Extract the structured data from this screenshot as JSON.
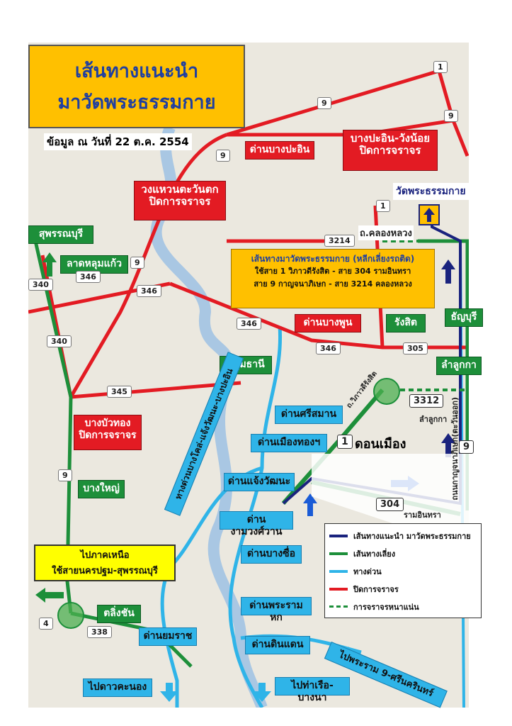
{
  "title": {
    "line1": "เส้นทางแนะนำ",
    "line2": "มาวัดพระธรรมกาย"
  },
  "date_line": "ข้อมูล ณ วันที่ 22 ต.ค. 2554",
  "destination": {
    "label": "วัดพระธรรมกาย",
    "road": "ถ.คลองหลวง"
  },
  "route_box": {
    "title": "เส้นทางมาวัดพระธรรมกาย (หลีกเลี่ยงรถติด)",
    "line1": "ใช้สาย 1 วิภาวดีรังสิต -  สาย 304 รามอินทรา",
    "line2": "สาย 9 กาญจนาภิเษก - สาย 3214 คลองหลวง"
  },
  "north_box": {
    "line1": "ไปภาคเหนือ",
    "line2": "ใช้สายนครปฐม-สุพรรณบุรี"
  },
  "closed_labels": {
    "bangpa_in_wangnoi": [
      "บางปะอิน-วังน้อย",
      "ปิดการจราจร"
    ],
    "western_ring": [
      "วงแหวนตะวันตก",
      "ปิดการจราจร"
    ],
    "bangbuathong": [
      "บางบัวทอง",
      "ปิดการจราจร"
    ],
    "bangpa_in_toll": "ด่านบางปะอิน",
    "bangphun_toll": "ด่านบางพูน"
  },
  "green_labels": {
    "suphanburi": "สุพรรณบุรี",
    "lat_lum_kaeo": "ลาดหลุมแก้ว",
    "pathum_thani": "ปทุมธานี",
    "rangsit": "รังสิต",
    "thanyaburi": "ธัญบุรี",
    "lam_luk_ka": "ลำลูกกา",
    "bang_yai": "บางใหญ่",
    "taling_chan": "ตลิ่งชัน"
  },
  "blue_labels": {
    "si_saman": "ด่านศรีสมาน",
    "mueang_thong": "ด่านเมืองทองฯ",
    "chaeng_watthana": "ด่านแจ้งวัฒนะ",
    "ngam_wong_wan": "ด่านงามวงศ์วาน",
    "bang_sue": "ด่านบางซื่อ",
    "phra_ram_hok": "ด่านพระรามหก",
    "yommarat": "ด่านยมราช",
    "din_daeng": "ด่านดินแดน",
    "dao_khanong": "ไปดาวคะนอง",
    "tha_ruea_bangna": "ไปท่าเรือ-บางนา",
    "phra_ram_9": "ไปพระราม 9-ศรีนครินทร์",
    "expressway_name": "ทางด่วนบางโคล่-แจ้งวัฒนะ-บางปะอิน"
  },
  "place_labels": {
    "don_mueang": "ดอนเมือง",
    "vibhavadi": "ถ.วิภาวดีรังสิต",
    "ram_inthra": "รามอินทรา",
    "lam_luk_ka_road": "ลำลูกกา",
    "kanchanaphisek": "ถนนกาญจนาภิเษก(ตะวันออก)"
  },
  "road_numbers": {
    "r1_top": "1",
    "r9_top": "9",
    "r9_right": "9",
    "r9_a": "9",
    "r9_b": "9",
    "r9_c": "9",
    "r1_mid": "1",
    "r3214": "3214",
    "r340a": "340",
    "r340b": "340",
    "r346a": "346",
    "r346b": "346",
    "r346c": "346",
    "r346d": "346",
    "r305": "305",
    "r345": "345",
    "r3312": "3312",
    "r1_don": "1",
    "r304": "304",
    "r9_east": "9",
    "r4": "4",
    "r338": "338"
  },
  "legend": [
    {
      "label": "เส้นทางแนะนำ มาวัดพระธรรมกาย",
      "color": "#1a237e",
      "dashed": false
    },
    {
      "label": "เส้นทางเลี่ยง",
      "color": "#1d8f3a",
      "dashed": false
    },
    {
      "label": "ทางด่วน",
      "color": "#2fb4e8",
      "dashed": false
    },
    {
      "label": "ปิดการจราจร",
      "color": "#e31b23",
      "dashed": false
    },
    {
      "label": "การจราจรหนาแน่น",
      "color": "#1d8f3a",
      "dashed": true
    }
  ]
}
